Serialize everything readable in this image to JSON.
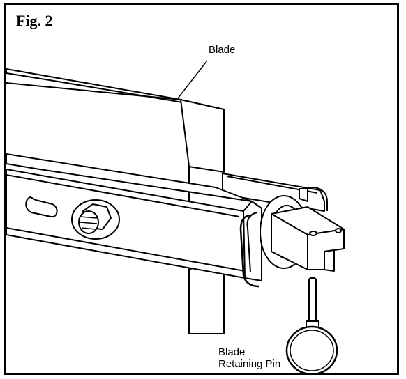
{
  "figure": {
    "label": "Fig. 2"
  },
  "callouts": {
    "blade": "Blade",
    "pin_line1": "Blade",
    "pin_line2": "Retaining Pin"
  },
  "colors": {
    "stroke": "#000000",
    "fill": "#ffffff"
  }
}
